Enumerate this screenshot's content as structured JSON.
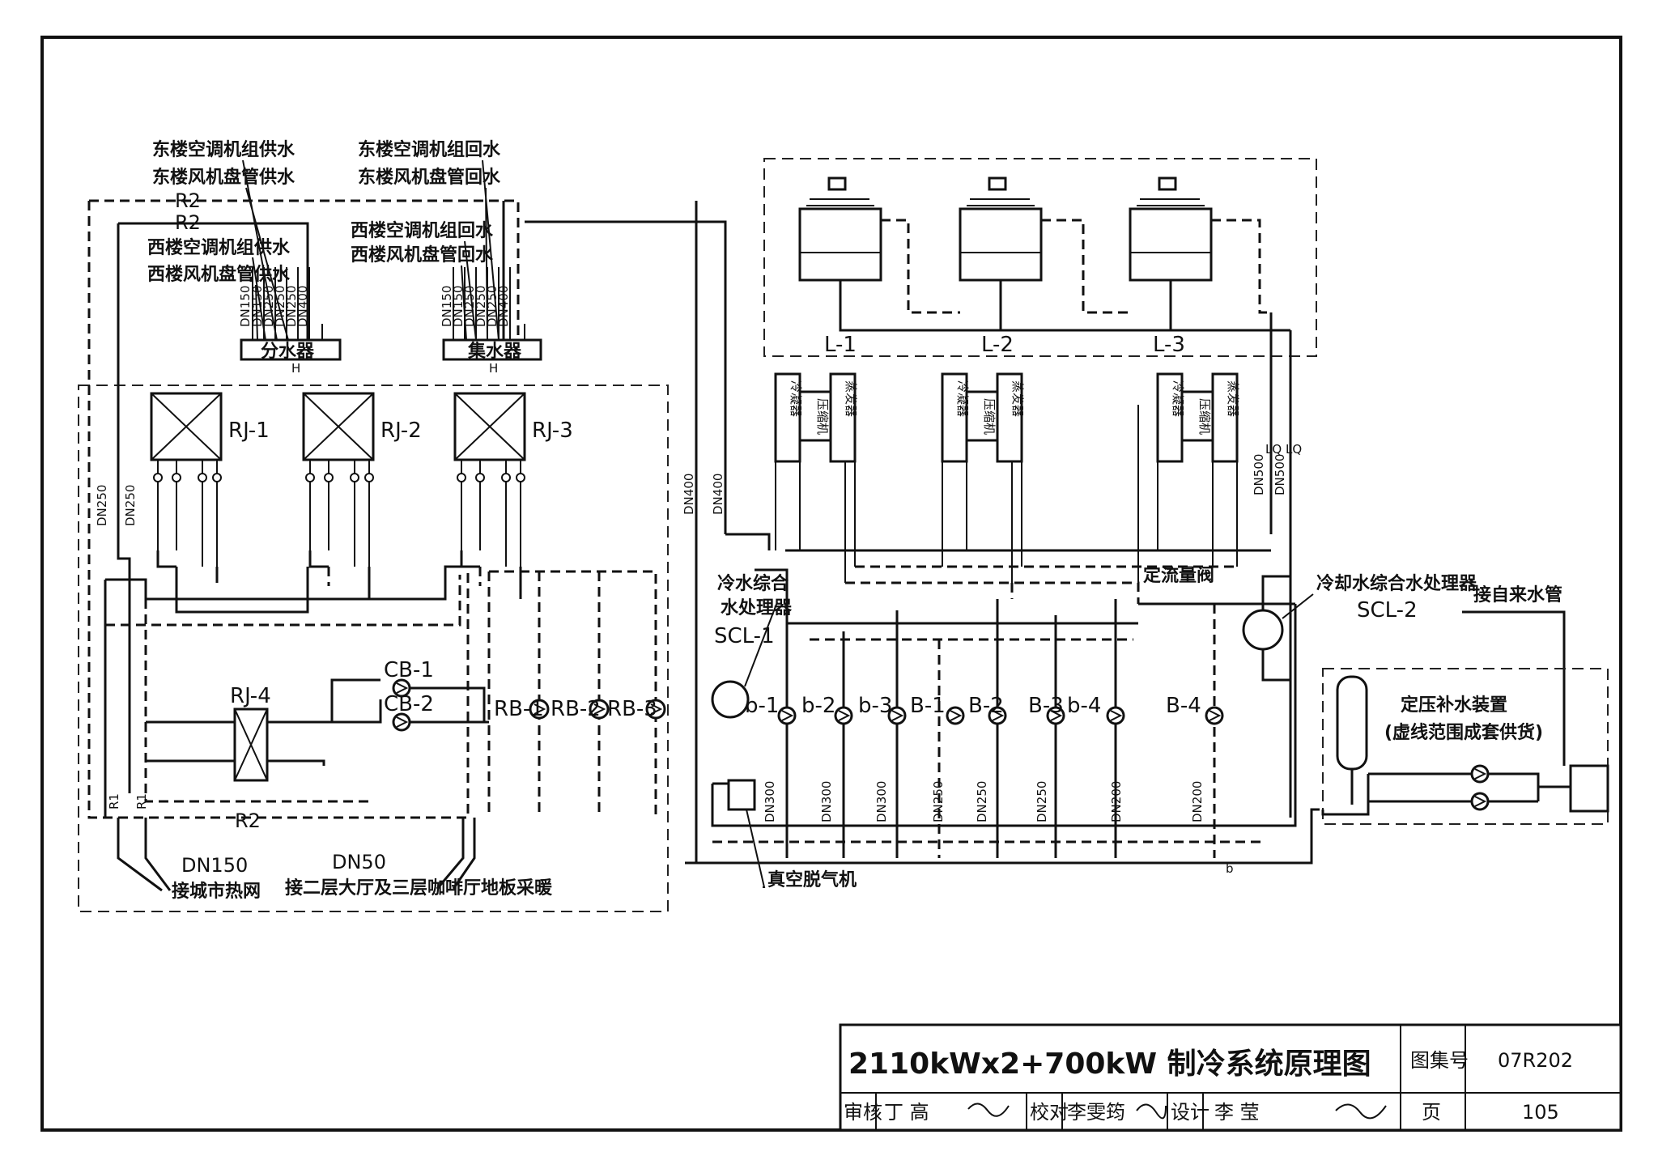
{
  "title_block": {
    "title": "2110kWx2+700kW 制冷系统原理图",
    "atlas_label": "图集号",
    "atlas_no": "07R202",
    "review_label": "审核",
    "reviewer": "丁 高",
    "check_label": "校对",
    "checker": "李雯筠",
    "design_label": "设计",
    "designer": "李 莹",
    "page_label": "页",
    "page_no": "105"
  },
  "supply_labels": [
    "东楼空调机组供水",
    "东楼风机盘管供水",
    "西楼空调机组供水",
    "西楼风机盘管供水"
  ],
  "return_labels": [
    "东楼空调机组回水",
    "东楼风机盘管回水",
    "西楼空调机组回水",
    "西楼风机盘管回水"
  ],
  "headers": {
    "supply": "分水器",
    "return": "集水器"
  },
  "pipe_sizes": {
    "supply": [
      "DN150",
      "DN150",
      "DN250",
      "DN250",
      "DN250",
      "DN400"
    ],
    "return": [
      "DN150",
      "DN150",
      "DN250",
      "DN250",
      "DN250",
      "DN400"
    ]
  },
  "heat_exchangers": [
    "RJ-1",
    "RJ-2",
    "RJ-3",
    "RJ-4"
  ],
  "circ_pumps": [
    "CB-1",
    "CB-2"
  ],
  "heat_pumps": [
    "RB-1",
    "RB-2",
    "RB-3"
  ],
  "line_codes": {
    "r2": "R2",
    "r1": "R1",
    "b": "b",
    "lq": "LQ",
    "h": "H"
  },
  "left_dn": [
    "DN250",
    "DN250"
  ],
  "mid_dn": [
    "DN400",
    "DN400"
  ],
  "right_dn": [
    "DN500",
    "DN500"
  ],
  "heating_notes": {
    "dn1": "DN150",
    "note1": "接城市热网",
    "dn2": "DN50",
    "note2": "接二层大厅及三层咖啡厅地板采暖"
  },
  "cooling_towers": [
    "L-1",
    "L-2",
    "L-3"
  ],
  "chillers": [
    {
      "condenser": "冷凝器",
      "compressor": "压缩机",
      "evaporator": "蒸发器"
    },
    {
      "condenser": "冷凝器",
      "compressor": "压缩机",
      "evaporator": "蒸发器"
    },
    {
      "condenser": "冷凝器",
      "compressor": "压缩机",
      "evaporator": "蒸发器"
    }
  ],
  "treatment": {
    "cold_label1": "冷水综合",
    "cold_label2": "水处理器",
    "cold_tag": "SCL-1",
    "cool_label": "冷却水综合水处理器",
    "cool_tag": "SCL-2",
    "tap": "接自来水管",
    "flow_valve": "定流量阀"
  },
  "pumps": [
    "b-1",
    "b-2",
    "b-3",
    "B-1",
    "B-2",
    "B-3",
    "b-4",
    "B-4"
  ],
  "pump_dn": [
    "DN300",
    "DN300",
    "DN300",
    "DN250",
    "DN250",
    "DN250",
    "DN200",
    "DN200"
  ],
  "makeup": {
    "title": "定压补水装置",
    "note": "(虚线范围成套供货)"
  },
  "degasser": "真空脱气机"
}
